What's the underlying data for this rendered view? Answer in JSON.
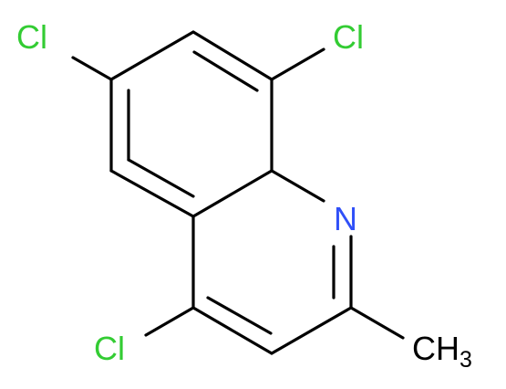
{
  "molecule": {
    "atoms": {
      "cl_top_left": {
        "text": "Cl"
      },
      "cl_top_right": {
        "text": "Cl"
      },
      "nitrogen": {
        "text": "N"
      },
      "cl_bottom": {
        "text": "Cl"
      },
      "methyl": {
        "main": "CH",
        "subscript": "3"
      }
    }
  },
  "colors": {
    "chlorine": "#33cc33",
    "nitrogen": "#3050f8",
    "carbon": "#000000"
  }
}
